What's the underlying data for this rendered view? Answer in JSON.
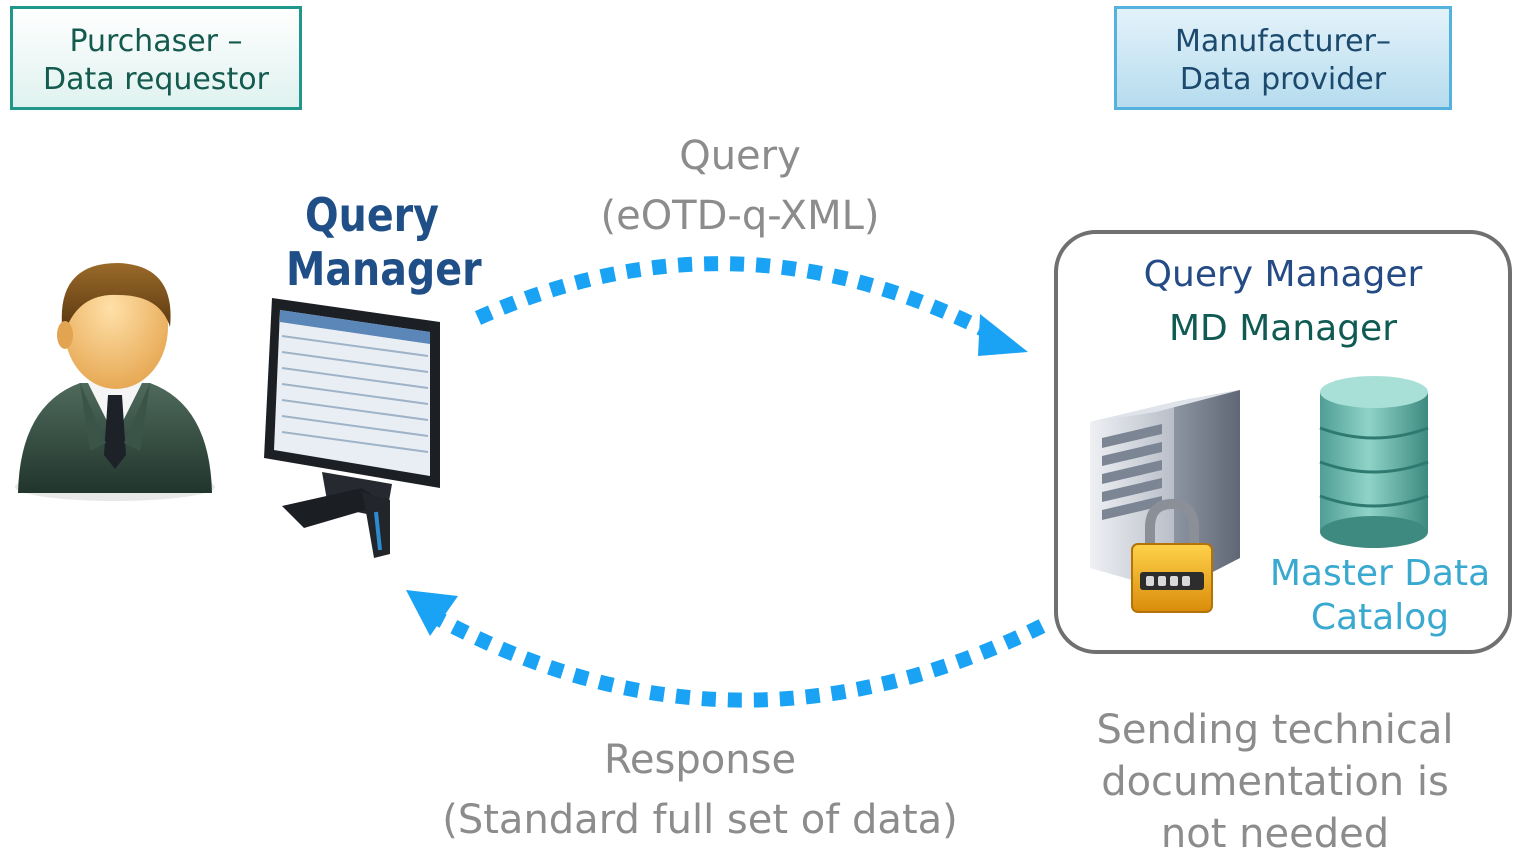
{
  "purchaser": {
    "line1": "Purchaser –",
    "line2": "Data requestor"
  },
  "manufacturer": {
    "line1": "Manufacturer–",
    "line2": "Data provider"
  },
  "query": {
    "line1": "Query",
    "line2": "(eOTD-q-XML)"
  },
  "response": {
    "line1": "Response",
    "line2": "(Standard full set of data)"
  },
  "client_logo": {
    "line1": "Query",
    "line2": "Manager"
  },
  "provider": {
    "query_manager": "Query Manager",
    "md_manager": "MD Manager",
    "catalog_line1": "Master Data",
    "catalog_line2": "Catalog"
  },
  "note": {
    "line1": "Sending technical",
    "line2": "documentation is",
    "line3": "not needed"
  },
  "icons": [
    "user-avatar-icon",
    "monitor-icon",
    "server-icon",
    "padlock-icon",
    "database-icon",
    "arrow-right-icon",
    "arrow-left-icon"
  ],
  "colors": {
    "arrow": "#1aa3f5",
    "purchaser_border": "#20978a",
    "manufacturer_border": "#55b1dd",
    "label_gray": "#8c8c8c"
  }
}
